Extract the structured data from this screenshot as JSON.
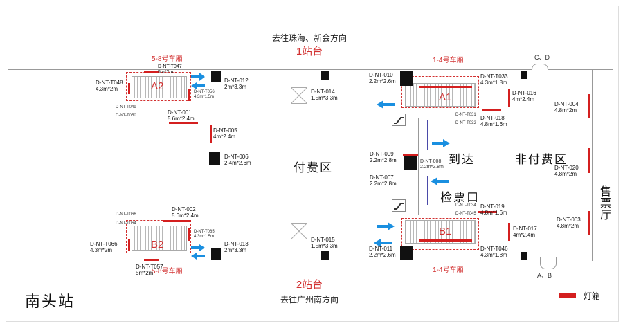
{
  "top": {
    "direction": "去往珠海、新会方向",
    "platform": "1站台"
  },
  "bottom": {
    "direction": "去往广州南方向",
    "platform": "2站台"
  },
  "cars": {
    "left_top": "5-8号车厢",
    "left_bottom": "5-8号车厢",
    "right_top": "1-4号车厢",
    "right_bottom": "1-4号车厢"
  },
  "exits": {
    "cd": "C、D",
    "ab": "A、B"
  },
  "zones": {
    "paid": "付费区",
    "unpaid": "非付费区",
    "arrival": "到达",
    "gate": "检票口",
    "ticket_hall": "售票厅"
  },
  "stairs": {
    "a2": "A2",
    "b2": "B2",
    "a1": "A1",
    "b1": "B1"
  },
  "station": "南头站",
  "legend": {
    "label": "灯箱"
  },
  "labels": {
    "t048": "D-NT-T048\n4.3m*2m",
    "t047": "D-NT-T047\n5m*2m",
    "n012": "D-NT-012\n2m*3.3m",
    "t056": "D-NT-T056\n4.3m*1.5m",
    "t049": "D-NT-T049",
    "t050": "D-NT-T050",
    "n001": "D-NT-001\n5.6m*2.4m",
    "n005": "D-NT-005\n4m*2.4m",
    "n006": "D-NT-006\n2.4m*2.6m",
    "n014": "D-NT-014\n1.5m*3.3m",
    "n010": "D-NT-010\n2.2m*2.6m",
    "t033": "D-NT-T033\n4.3m*1.8m",
    "n016": "D-NT-016\n4m*2.4m",
    "n004": "D-NT-004\n4.8m*2m",
    "t031": "D-NT-T031",
    "t032": "D-NT-T032",
    "n018": "D-NT-018\n4.8m*1.6m",
    "n009": "D-NT-009\n2.2m*2.8m",
    "n008": "D-NT-008\n2.2m*2.8m",
    "n007": "D-NT-007\n2.2m*2.8m",
    "n020": "D-NT-020\n4.8m*2m",
    "t066s": "D-NT-T066",
    "t064": "D-NT-T064",
    "n002": "D-NT-002\n5.6m*2.4m",
    "t065": "D-NT-T065\n4.3m*1.5m",
    "t066": "D-NT-T066\n4.3m*2m",
    "n013": "D-NT-013\n2m*3.3m",
    "t057": "D-NT-T057\n5m*2m",
    "n015": "D-NT-015\n1.5m*3.3m",
    "t034": "D-NT-T034",
    "t045": "D-NT-T045",
    "n019": "D-NT-019\n4.8m*1.6m",
    "n017": "D-NT-017\n4m*2.4m",
    "n011": "D-NT-011\n2.2m*2.6m",
    "t046": "D-NT-T046\n4.3m*1.8m",
    "n003": "D-NT-003\n4.8m*2m"
  },
  "colors": {
    "lightbox": "#d41f1f",
    "arrow": "#1a8fe0",
    "platform_text": "#d23030"
  },
  "icons": {
    "arrow": "arrow-icon",
    "escalator": "escalator-icon"
  }
}
